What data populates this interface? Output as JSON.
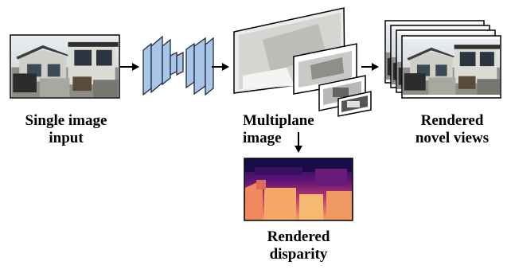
{
  "captions": {
    "input": [
      "Single image",
      "input"
    ],
    "mpi": [
      "Multiplane",
      "image"
    ],
    "novel": [
      "Rendered",
      "novel views"
    ],
    "disparity": [
      "Rendered",
      "disparity"
    ]
  },
  "colors": {
    "network_fill": "#a9c6e8",
    "network_stroke": "#1f2a44",
    "arrow": "#000000",
    "background": "#ffffff"
  }
}
